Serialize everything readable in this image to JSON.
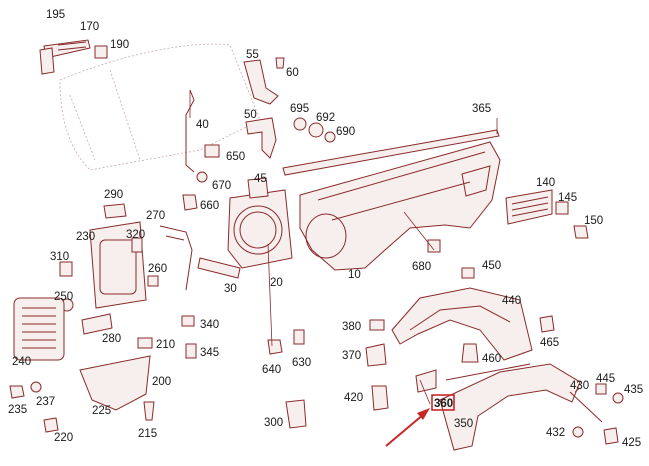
{
  "diagram": {
    "highlighted_part": "360",
    "colors": {
      "line": "#8a2a2a",
      "text": "#1a1a1a",
      "highlight": "#c62828",
      "background": "#ffffff"
    },
    "part_numbers": [
      "195",
      "170",
      "190",
      "55",
      "60",
      "695",
      "692",
      "690",
      "365",
      "50",
      "40",
      "650",
      "670",
      "660",
      "45",
      "290",
      "270",
      "320",
      "230",
      "310",
      "260",
      "250",
      "280",
      "340",
      "240",
      "210",
      "345",
      "235",
      "237",
      "225",
      "200",
      "220",
      "215",
      "30",
      "20",
      "10",
      "140",
      "145",
      "150",
      "680",
      "450",
      "440",
      "465",
      "380",
      "370",
      "460",
      "420",
      "640",
      "630",
      "300",
      "360",
      "350",
      "430",
      "445",
      "435",
      "432",
      "425"
    ]
  }
}
